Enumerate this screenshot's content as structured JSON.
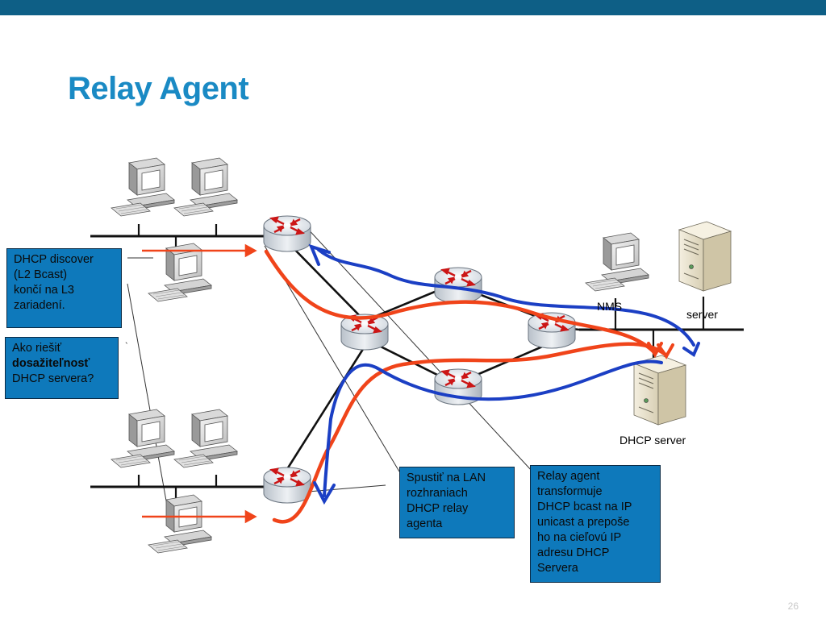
{
  "title": "Relay Agent",
  "callouts": {
    "discover": [
      "DHCP discover",
      "(L2 Bcast)",
      "končí na L3",
      "zariadení."
    ],
    "reach_line1": "Ako riešiť",
    "reach_bold": "dosažiteľnosť",
    "reach_line3": "DHCP servera?",
    "lan": [
      "Spustiť na LAN",
      "rozhraniach",
      "DHCP relay",
      "agenta"
    ],
    "relay": [
      "Relay agent",
      "transformuje",
      "DHCP bcast na IP",
      "unicast a prepoše",
      "ho na cieľovú IP",
      "adresu DHCP",
      "Servera"
    ]
  },
  "labels": {
    "nms": "NMS",
    "server": "server",
    "dhcp_server": "DHCP server",
    "tick": "`"
  },
  "page_number": "26",
  "colors": {
    "topbar": "#0e5f86",
    "title": "#1a8ac4",
    "callout": "#0e79bb",
    "red_path": "#f0441a",
    "blue_path": "#1b3fc4"
  },
  "icons": [
    "router-icon",
    "workstation-icon",
    "server-icon"
  ]
}
